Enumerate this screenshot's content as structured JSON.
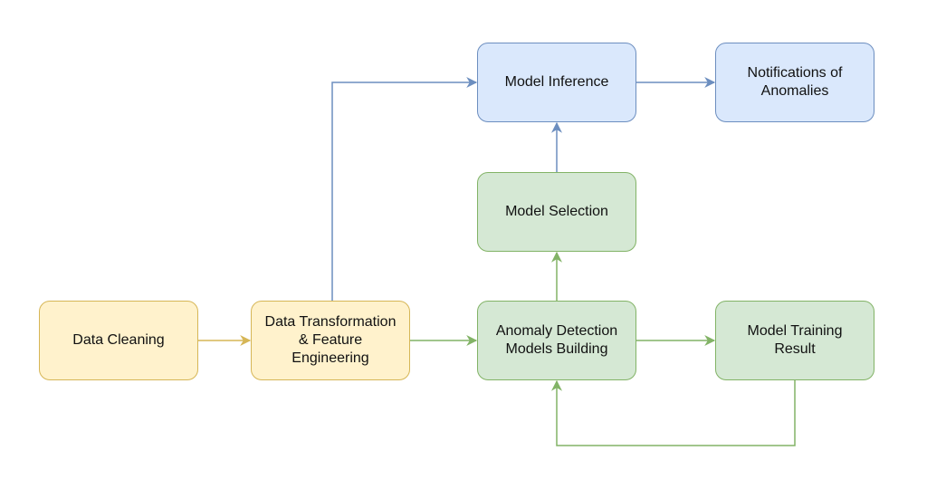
{
  "nodes": {
    "data_cleaning": "Data Cleaning",
    "data_transformation": "Data Transformation\n& Feature\nEngineering",
    "anomaly_detection": "Anomaly Detection\nModels Building",
    "model_training_result": "Model Training\nResult",
    "model_selection": "Model Selection",
    "model_inference": "Model Inference",
    "notifications": "Notifications of\nAnomalies"
  },
  "colors": {
    "yellow_fill": "#fff2cc",
    "yellow_stroke": "#d6b656",
    "green_fill": "#d5e8d4",
    "green_stroke": "#82b366",
    "blue_fill": "#dae8fc",
    "blue_stroke": "#6c8ebf"
  },
  "edges": [
    {
      "from": "data_cleaning",
      "to": "data_transformation",
      "color": "yellow"
    },
    {
      "from": "data_transformation",
      "to": "anomaly_detection",
      "color": "green"
    },
    {
      "from": "data_transformation",
      "to": "model_inference",
      "color": "blue"
    },
    {
      "from": "anomaly_detection",
      "to": "model_training_result",
      "color": "green"
    },
    {
      "from": "anomaly_detection",
      "to": "model_selection",
      "color": "green"
    },
    {
      "from": "model_selection",
      "to": "model_inference",
      "color": "blue"
    },
    {
      "from": "model_inference",
      "to": "notifications",
      "color": "blue"
    },
    {
      "from": "model_training_result",
      "to": "anomaly_detection",
      "color": "green"
    }
  ]
}
